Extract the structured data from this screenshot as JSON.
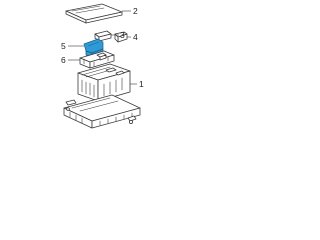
{
  "callouts": [
    {
      "id": "1",
      "text": "1"
    },
    {
      "id": "2",
      "text": "2"
    },
    {
      "id": "3",
      "text": "3"
    },
    {
      "id": "4",
      "text": "4"
    },
    {
      "id": "5",
      "text": "5"
    },
    {
      "id": "6",
      "text": "6"
    }
  ],
  "colors": {
    "line": "#3a3a3a",
    "highlight": "#2f9bd6",
    "background": "#ffffff"
  }
}
